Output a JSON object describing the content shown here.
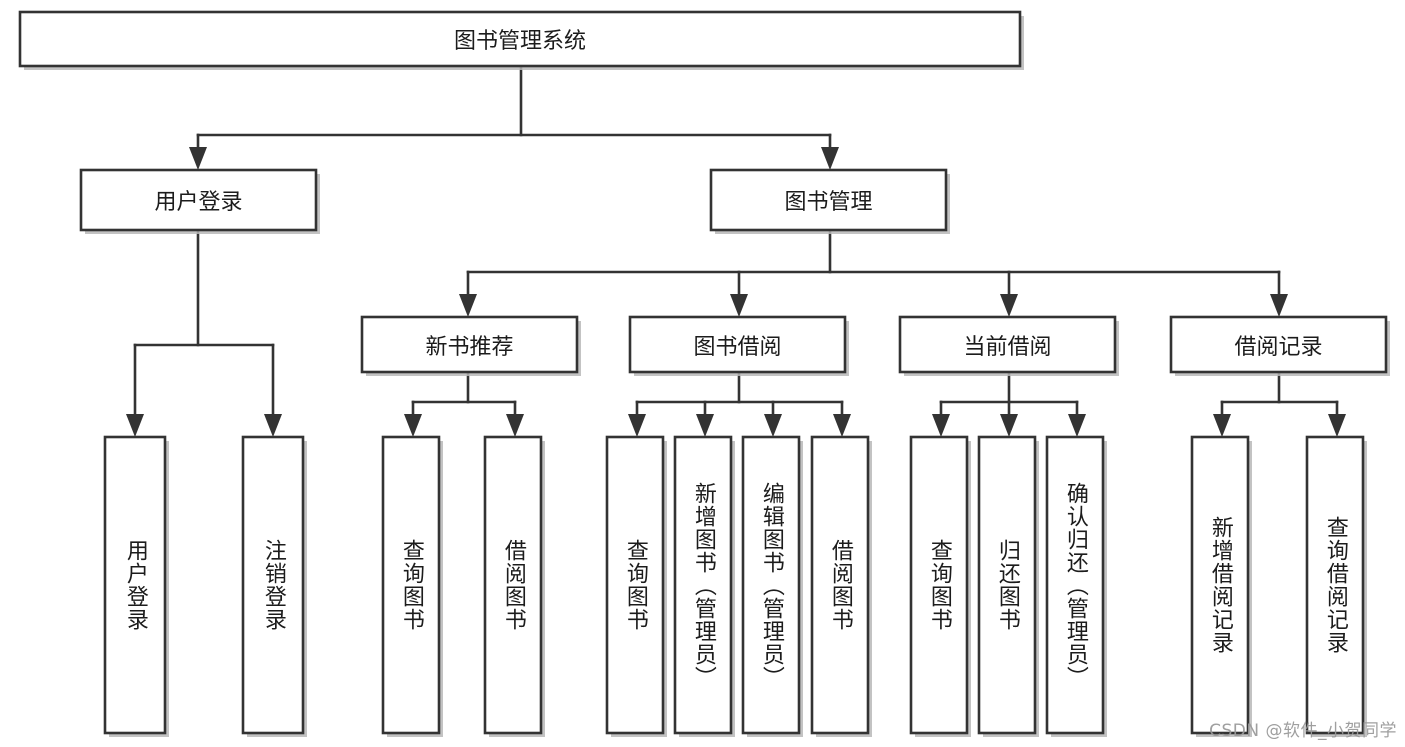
{
  "diagram": {
    "type": "tree-hierarchy-flowchart",
    "root": {
      "id": "root",
      "label": "图书管理系统"
    },
    "level2": [
      {
        "id": "user-login",
        "label": "用户登录"
      },
      {
        "id": "book-management",
        "label": "图书管理"
      }
    ],
    "level3": [
      {
        "id": "new-book-recommend",
        "label": "新书推荐"
      },
      {
        "id": "book-borrow",
        "label": "图书借阅"
      },
      {
        "id": "current-borrow",
        "label": "当前借阅"
      },
      {
        "id": "borrow-record",
        "label": "借阅记录"
      }
    ],
    "leaves": {
      "user_login": [
        {
          "id": "leaf-user-login",
          "label": "用户登录"
        },
        {
          "id": "leaf-logout-login",
          "label": "注销登录"
        }
      ],
      "new_book_recommend": [
        {
          "id": "leaf-query-book-1",
          "label": "查询图书"
        },
        {
          "id": "leaf-borrow-book-1",
          "label": "借阅图书"
        }
      ],
      "book_borrow": [
        {
          "id": "leaf-query-book-2",
          "label": "查询图书"
        },
        {
          "id": "leaf-add-book",
          "label": "新增图书（管理员）"
        },
        {
          "id": "leaf-edit-book",
          "label": "编辑图书（管理员）"
        },
        {
          "id": "leaf-borrow-book-2",
          "label": "借阅图书"
        }
      ],
      "current_borrow": [
        {
          "id": "leaf-query-book-3",
          "label": "查询图书"
        },
        {
          "id": "leaf-return-book",
          "label": "归还图书"
        },
        {
          "id": "leaf-confirm-return",
          "label": "确认归还（管理员）"
        }
      ],
      "borrow_record": [
        {
          "id": "leaf-add-borrow-record",
          "label": "新增借阅记录"
        },
        {
          "id": "leaf-query-borrow-record",
          "label": "查询借阅记录"
        }
      ]
    }
  },
  "watermark": {
    "text": "CSDN @软件_小贺同学"
  },
  "colors": {
    "box_stroke": "#333333",
    "box_fill": "#ffffff",
    "shadow": "#b8b8b8",
    "text": "#1c1c1c",
    "watermark": "#9a9a9a",
    "background": "#ffffff"
  }
}
